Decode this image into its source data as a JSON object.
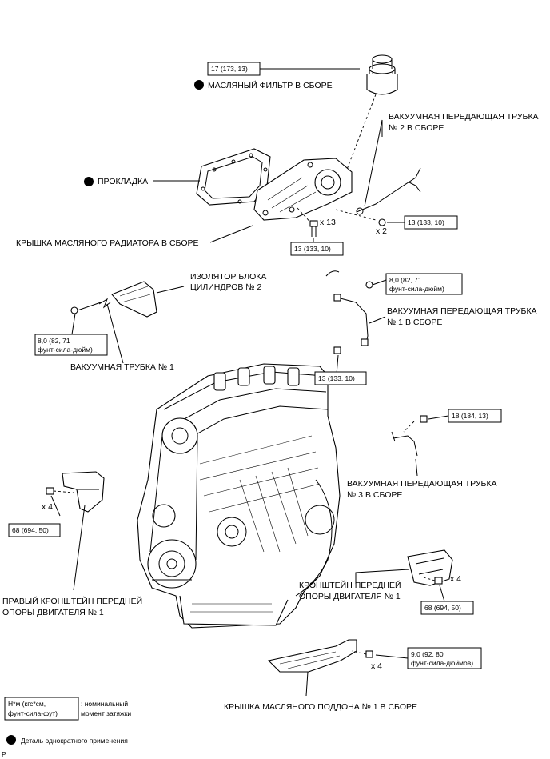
{
  "torque_specs": {
    "oil_filter": "17 (173, 13)",
    "cooler_cover": "13 (133, 10)",
    "vac_pipe2_bolt": "13 (133, 10)",
    "vac_pipe1_union": "8,0 (82, 71",
    "vac_pipe1_union_2": "фунт-сила-дюйм)",
    "insulator_bolt": "8,0 (82, 71",
    "insulator_bolt_2": "фунт-сила-дюйм)",
    "vac_pipe1_bolt": "13 (133, 10)",
    "vac_pipe3_bolt": "18 (184, 13)",
    "right_bracket": "68 (694, 50)",
    "front_bracket": "68 (694, 50)",
    "oil_pan_cover": "9,0 (92, 80",
    "oil_pan_cover_2": "фунт-сила-дюймов)"
  },
  "quantities": {
    "cooler_bolts": "x 13",
    "vac_pipe2_bolts": "x 2",
    "right_bracket_bolts": "x 4",
    "front_bracket_bolts": "x 4",
    "oil_pan_cover_bolts": "x 4"
  },
  "labels": {
    "oil_filter": "МАСЛЯНЫЙ ФИЛЬТР В СБОРЕ",
    "vac_pipe2_l1": "ВАКУУМНАЯ ПЕРЕДАЮЩАЯ ТРУБКА",
    "vac_pipe2_l2": "№ 2 В СБОРЕ",
    "gasket": "ПРОКЛАДКА",
    "cooler_cover": "КРЫШКА МАСЛЯНОГО РАДИАТОРА В СБОРЕ",
    "insulator_l1": "ИЗОЛЯТОР БЛОКА",
    "insulator_l2": "ЦИЛИНДРОВ № 2",
    "vac_pipe1_l1": "ВАКУУМНАЯ ПЕРЕДАЮЩАЯ ТРУБКА",
    "vac_pipe1_l2": "№ 1 В СБОРЕ",
    "vac_tube1": "ВАКУУМНАЯ ТРУБКА № 1",
    "vac_pipe3_l1": "ВАКУУМНАЯ ПЕРЕДАЮЩАЯ ТРУБКА",
    "vac_pipe3_l2": "№ 3 В СБОРЕ",
    "front_bracket_l1": "КРОНШТЕЙН ПЕРЕДНЕЙ",
    "front_bracket_l2": "ОПОРЫ ДВИГАТЕЛЯ № 1",
    "right_bracket_l1": "ПРАВЫЙ КРОНШТЕЙН ПЕРЕДНЕЙ",
    "right_bracket_l2": "ОПОРЫ ДВИГАТЕЛЯ № 1",
    "oil_pan_cover": "КРЫШКА МАСЛЯНОГО ПОДДОНА № 1 В СБОРЕ"
  },
  "legend": {
    "unit_l1": "Н*м (кгс*см,",
    "unit_l2": "фунт-сила-фут)",
    "unit_desc_l1": ": номинальный",
    "unit_desc_l2": "момент затяжки",
    "non_reusable": "Деталь однократного применения"
  },
  "corner_mark": "P"
}
